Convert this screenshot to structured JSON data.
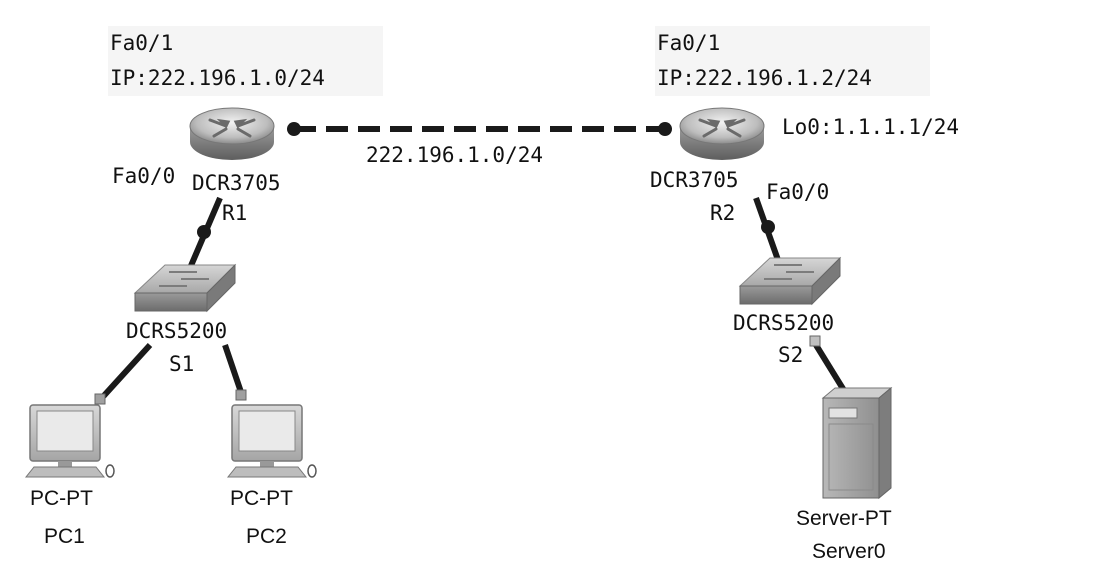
{
  "network": {
    "link_label": "222.196.1.0/24",
    "r1": {
      "if_top": "Fa0/1",
      "ip": "IP:222.196.1.0/24",
      "if_bottom": "Fa0/0",
      "model": "DCR3705",
      "name": "R1"
    },
    "r2": {
      "if_top": "Fa0/1",
      "ip": "IP:222.196.1.2/24",
      "loopback": "Lo0:1.1.1.1/24",
      "if_bottom": "Fa0/0",
      "model": "DCR3705",
      "name": "R2"
    },
    "s1": {
      "model": "DCRS5200",
      "name": "S1"
    },
    "s2": {
      "model": "DCRS5200",
      "name": "S2"
    },
    "pc1": {
      "type": "PC-PT",
      "name": "PC1"
    },
    "pc2": {
      "type": "PC-PT",
      "name": "PC2"
    },
    "server0": {
      "type": "Server-PT",
      "name": "Server0"
    }
  },
  "colors": {
    "cable": "#1a1a1a",
    "device_gray": "#9a9a9a",
    "device_dark": "#6b6b6b",
    "device_light": "#c8c8c8"
  }
}
